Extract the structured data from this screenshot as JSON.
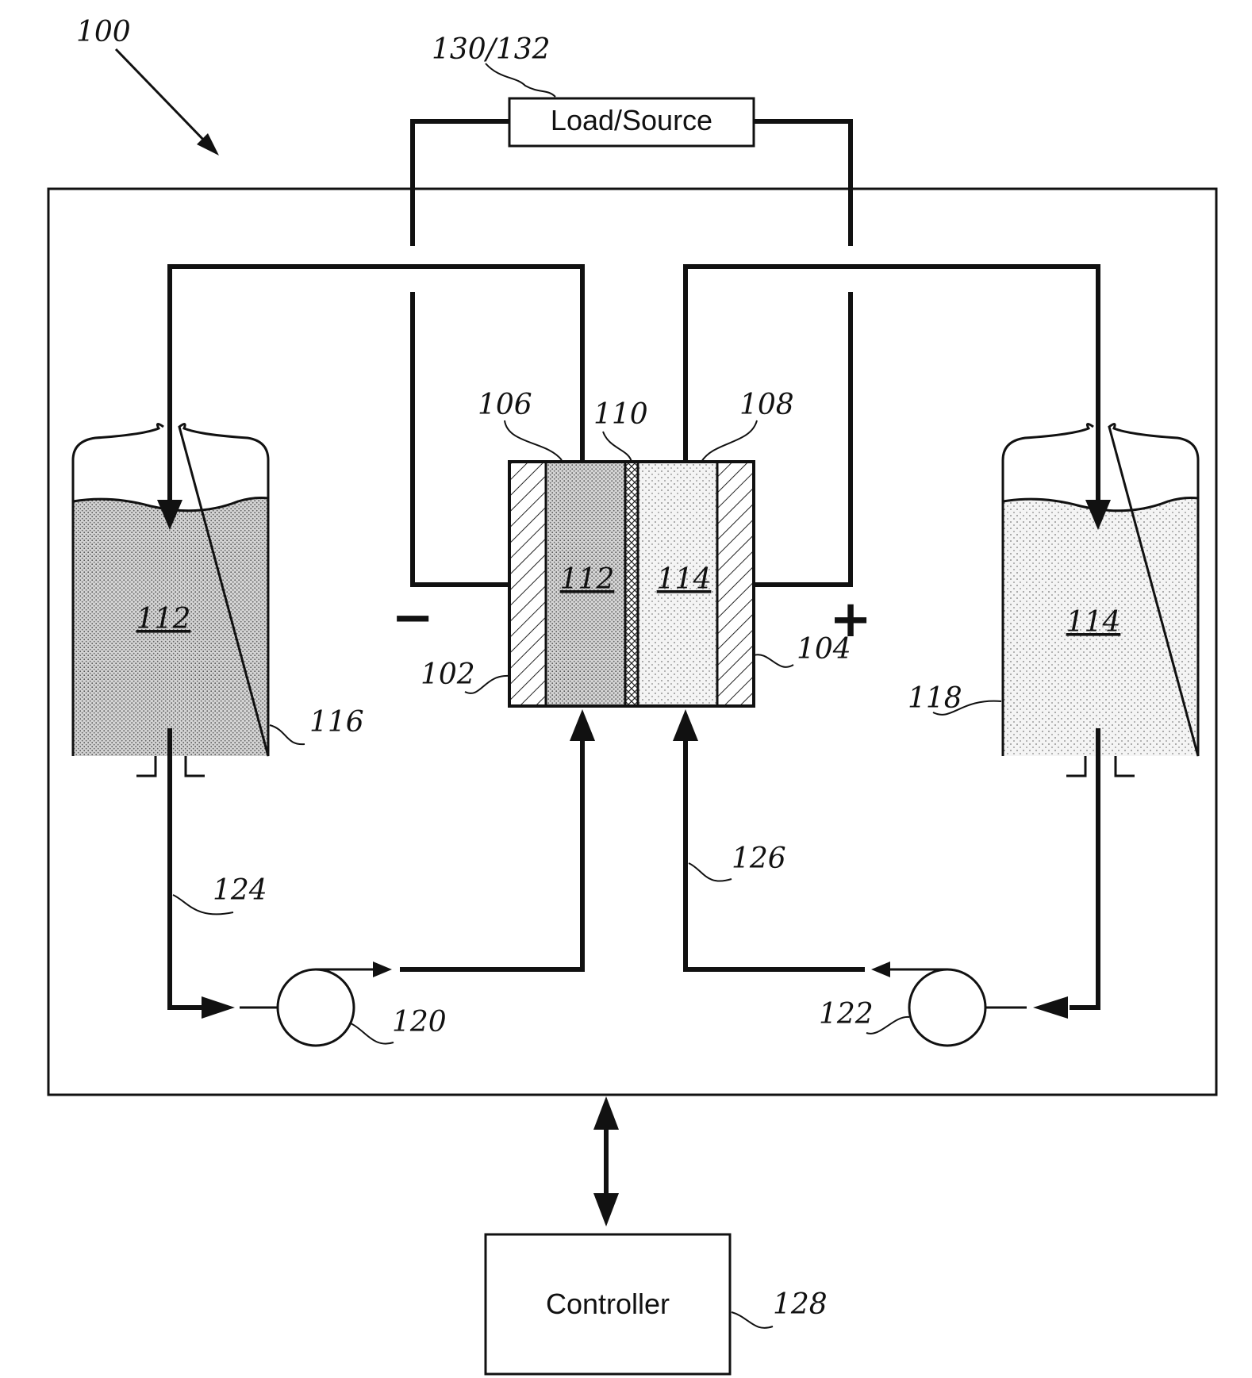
{
  "figure": {
    "system_ref": "100",
    "load_source": {
      "label": "Load/Source",
      "ref": "130/132"
    },
    "controller": {
      "label": "Controller",
      "ref": "128"
    },
    "negative_tank": {
      "electrolyte_ref": "112",
      "ref": "116"
    },
    "positive_tank": {
      "electrolyte_ref": "114",
      "ref": "118"
    },
    "cell": {
      "negative_electrode_ref": "102",
      "positive_electrode_ref": "104",
      "negative_half_cell_ref": "106",
      "positive_half_cell_ref": "108",
      "separator_ref": "110",
      "negative_electrolyte_ref": "112",
      "positive_electrolyte_ref": "114",
      "negative_terminal": "−",
      "positive_terminal": "+"
    },
    "pumps": {
      "negative_ref": "120",
      "positive_ref": "122"
    },
    "lines": {
      "negative_line_ref": "124",
      "positive_line_ref": "126"
    }
  }
}
